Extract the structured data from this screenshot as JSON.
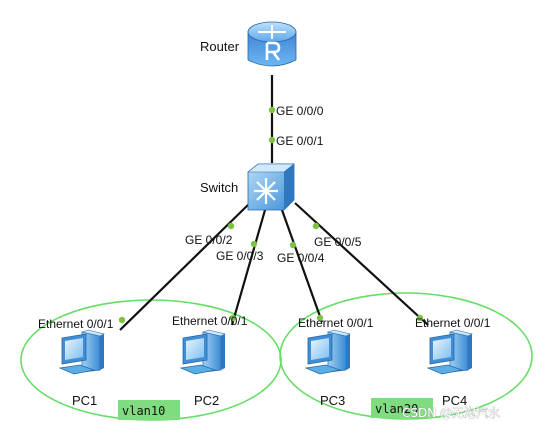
{
  "devices": {
    "router": "Router",
    "switch": "Switch",
    "pc1": "PC1",
    "pc2": "PC2",
    "pc3": "PC3",
    "pc4": "PC4"
  },
  "ports": {
    "router_ge": "GE 0/0/0",
    "switch_uplink": "GE 0/0/1",
    "sw_pc1": "GE 0/0/2",
    "sw_pc2": "GE 0/0/3",
    "sw_pc3": "GE 0/0/4",
    "sw_pc4": "GE 0/0/5",
    "pc1_eth": "Ethernet 0/0/1",
    "pc2_eth": "Ethernet 0/0/1",
    "pc3_eth": "Ethernet 0/0/1",
    "pc4_eth": "Ethernet 0/0/1"
  },
  "vlans": {
    "left": "vlan10",
    "right": "vlan20"
  },
  "watermark": "CSDN @无泡汽水",
  "colors": {
    "router": "#4a90d9",
    "switch": "#4fa3e0",
    "link": "#111111",
    "port_dot": "#7cc243",
    "vlan_ellipse": "#66dd66",
    "vlan_label_bg": "#7fdc7f",
    "pc": "#5aaee6"
  }
}
